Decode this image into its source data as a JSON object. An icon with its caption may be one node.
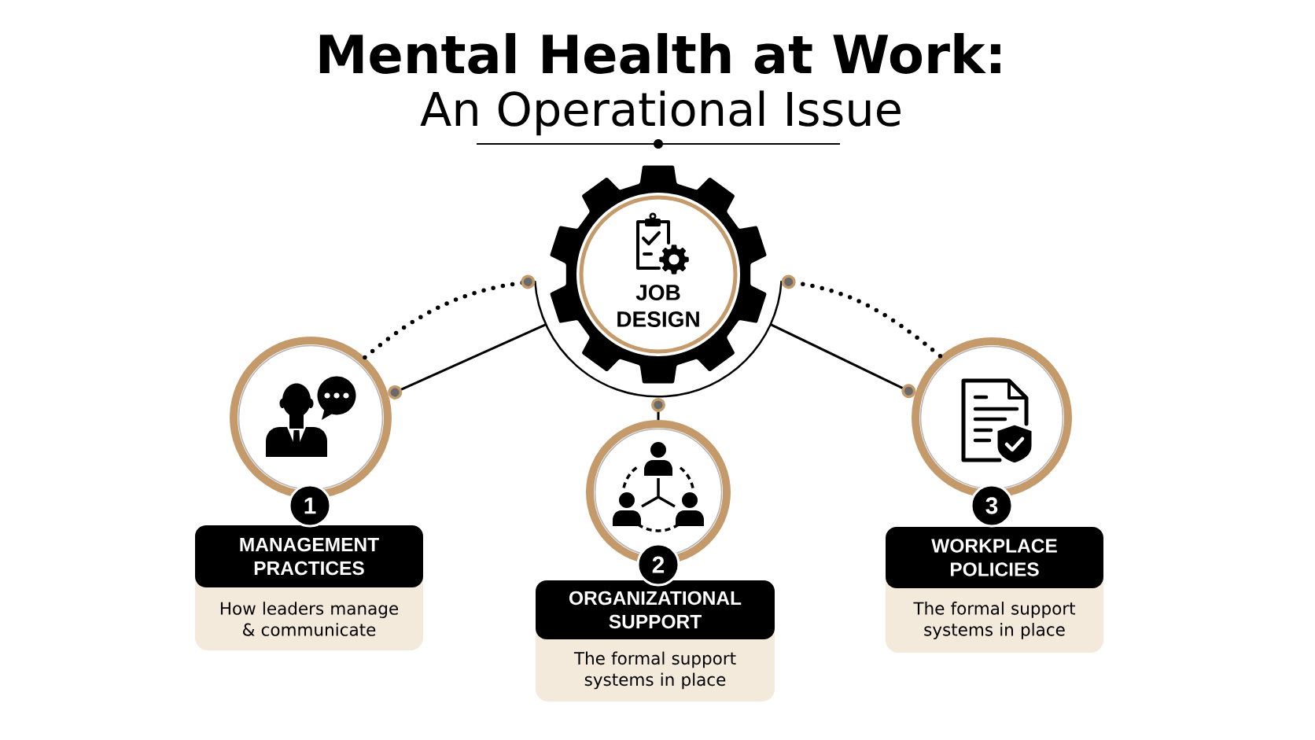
{
  "diagram": {
    "title": "Mental Health at Work:",
    "nodes": [
      {
        "text": [
          "JOB DESIGN"
        ]
      },
      {
        "text": [],
        "shape": "circle"
      },
      {
        "text": [
          "1"
        ]
      },
      {
        "text": [
          "MANAGEMENT PRACTICES",
          "How leaders manage & communicate"
        ]
      },
      {
        "text": [],
        "shape": "circle"
      },
      {
        "text": [
          "2"
        ]
      },
      {
        "text": [
          "ORGANIZATIONAL SUPPORT",
          "The formal support systems in place"
        ]
      },
      {
        "text": [],
        "shape": "circle"
      },
      {
        "text": [
          "3"
        ]
      },
      {
        "text": [
          "WORKPLACE POLICIES",
          "The formal support systems in place"
        ]
      }
    ],
    "edges": [
      {
        "from": 0,
        "to": 1,
        "arrow": "other"
      },
      {
        "from": 1,
        "to": 0,
        "arrow": "other",
        "style": "dashed"
      },
      {
        "from": 4,
        "to": 0,
        "arrow": "other"
      },
      {
        "from": 0,
        "to": 7,
        "arrow": "other"
      },
      {
        "from": 7,
        "to": 0,
        "arrow": "other",
        "style": "dashed"
      }
    ],
    "labels": [
      "An Operational Issue"
    ]
  }
}
